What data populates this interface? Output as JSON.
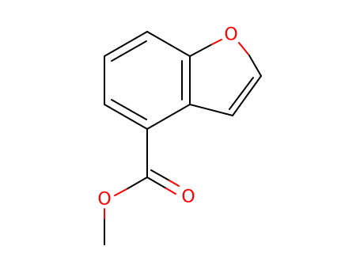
{
  "molecule": {
    "atom_labels": {
      "furan_oxygen": "O",
      "carbonyl_oxygen": "O",
      "ester_oxygen": "O"
    },
    "colors": {
      "bond": "#000000",
      "heteroatom": "#ff0000",
      "background": "#ffffff"
    }
  }
}
